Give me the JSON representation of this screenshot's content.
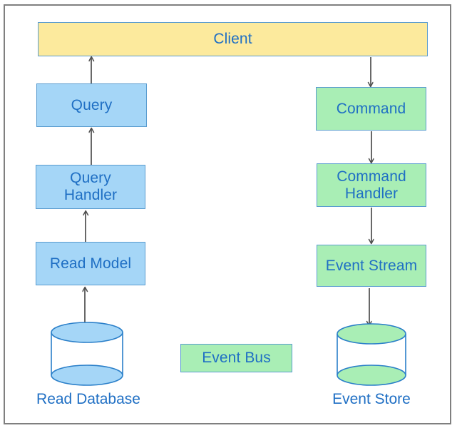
{
  "diagram": {
    "title_text": "",
    "colors": {
      "client_fill": "#fcea9d",
      "read_fill": "#a5d6f7",
      "write_fill": "#a9eeb5",
      "node_stroke": "#5a9ccf",
      "text": "#1f6fc4",
      "arrow": "#4d4d4d",
      "frame": "#7f7f7f",
      "background": "#ffffff"
    },
    "nodes": [
      {
        "id": "client",
        "label": "Client",
        "shape": "rect",
        "style": "client"
      },
      {
        "id": "query",
        "label": "Query",
        "shape": "rect",
        "style": "blue"
      },
      {
        "id": "query-handler",
        "label": "Query\nHandler",
        "shape": "rect",
        "style": "blue"
      },
      {
        "id": "read-model",
        "label": "Read Model",
        "shape": "rect",
        "style": "blue"
      },
      {
        "id": "read-database",
        "label": "Read Database",
        "shape": "cylinder",
        "style": "blue"
      },
      {
        "id": "command",
        "label": "Command",
        "shape": "rect",
        "style": "green"
      },
      {
        "id": "command-handler",
        "label": "Command\nHandler",
        "shape": "rect",
        "style": "green"
      },
      {
        "id": "event-stream",
        "label": "Event Stream",
        "shape": "rect",
        "style": "green"
      },
      {
        "id": "event-store",
        "label": "Event Store",
        "shape": "cylinder",
        "style": "green"
      },
      {
        "id": "event-bus",
        "label": "Event Bus",
        "shape": "rect",
        "style": "green"
      }
    ],
    "labels": {
      "client": "Client",
      "query": "Query",
      "query_handler_line1": "Query",
      "query_handler_line2": "Handler",
      "read_model": "Read Model",
      "read_database": "Read Database",
      "command": "Command",
      "command_handler_line1": "Command",
      "command_handler_line2": "Handler",
      "event_stream": "Event Stream",
      "event_store": "Event Store",
      "event_bus": "Event Bus"
    },
    "edges": [
      {
        "from": "query",
        "to": "client",
        "direction": "up",
        "style": "solid"
      },
      {
        "from": "query-handler",
        "to": "query",
        "direction": "up",
        "style": "solid"
      },
      {
        "from": "read-model",
        "to": "query-handler",
        "direction": "up",
        "style": "solid"
      },
      {
        "from": "read-database",
        "to": "read-model",
        "direction": "up",
        "style": "solid"
      },
      {
        "from": "client",
        "to": "command",
        "direction": "down",
        "style": "solid"
      },
      {
        "from": "command",
        "to": "command-handler",
        "direction": "down",
        "style": "solid"
      },
      {
        "from": "command-handler",
        "to": "event-stream",
        "direction": "down",
        "style": "solid"
      },
      {
        "from": "event-stream",
        "to": "event-store",
        "direction": "down",
        "style": "solid"
      }
    ]
  }
}
